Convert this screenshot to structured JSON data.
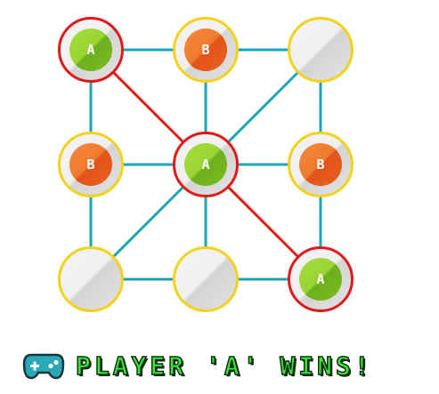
{
  "board": {
    "cells": [
      "A",
      "B",
      "",
      "B",
      "A",
      "B",
      "",
      "",
      "A"
    ],
    "winning_cells": [
      0,
      4,
      8
    ],
    "colors": {
      "line": "#1aa6b2",
      "win_line": "#e01a1a",
      "node_ring": "#f2d21a",
      "win_ring": "#e01a1a",
      "player_a": "#8cc92b",
      "player_b": "#f07a30"
    }
  },
  "status": {
    "icon": "gamepad-icon",
    "text": "PLAYER 'A' WINS!"
  }
}
